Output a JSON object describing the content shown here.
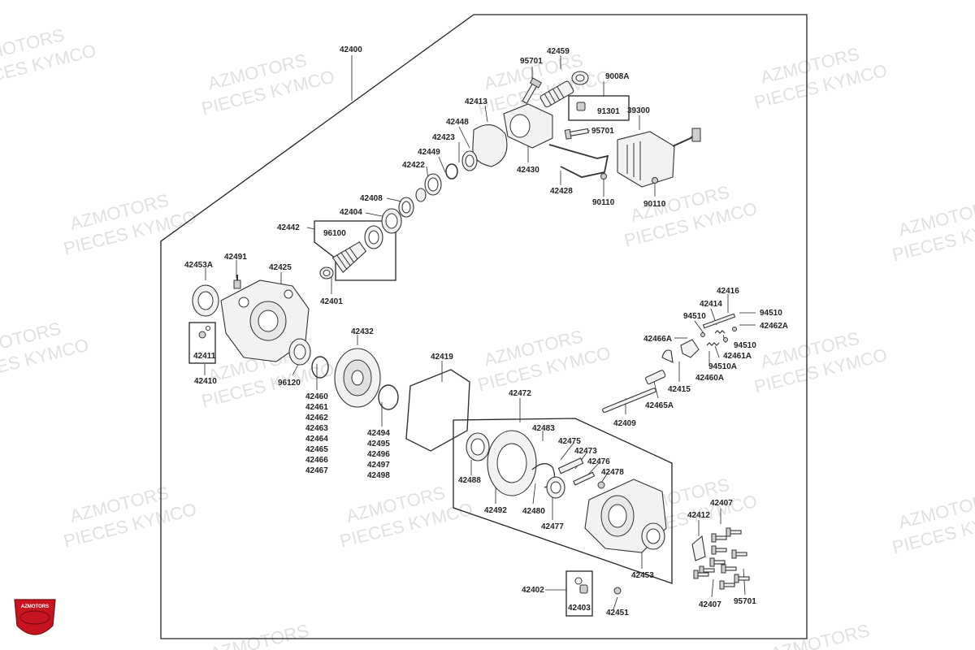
{
  "watermark": {
    "line1": "AZMOTORS",
    "line2": "PIECES KYMCO"
  },
  "logo": {
    "text": "AZMOTORS"
  },
  "labels": {
    "l42400": "42400",
    "l95701a": "95701",
    "l42459": "42459",
    "l9008A": "9008A",
    "l42413": "42413",
    "l91301": "91301",
    "l39300": "39300",
    "l42448": "42448",
    "l95701b": "95701",
    "l42423": "42423",
    "l42430": "42430",
    "l42449": "42449",
    "l42422": "42422",
    "l42428": "42428",
    "l90110a": "90110",
    "l90110b": "90110",
    "l42408": "42408",
    "l42404": "42404",
    "l42442": "42442",
    "l96100": "96100",
    "l42453A": "42453A",
    "l42491": "42491",
    "l42425": "42425",
    "l42401": "42401",
    "l42416": "42416",
    "l42414": "42414",
    "l94510a": "94510",
    "l94510b": "94510",
    "l42462A": "42462A",
    "l42466A": "42466A",
    "l94510c": "94510",
    "l42461A": "42461A",
    "l94510A": "94510A",
    "l42460A": "42460A",
    "l42415": "42415",
    "l42465A": "42465A",
    "l42409": "42409",
    "l42411": "42411",
    "l42410": "42410",
    "l42432": "42432",
    "l42419": "42419",
    "l96120": "96120",
    "l42460": "42460",
    "l42461": "42461",
    "l42462": "42462",
    "l42463": "42463",
    "l42464": "42464",
    "l42465": "42465",
    "l42466": "42466",
    "l42467": "42467",
    "l42494": "42494",
    "l42495": "42495",
    "l42496": "42496",
    "l42497": "42497",
    "l42498": "42498",
    "l42472": "42472",
    "l42483": "42483",
    "l42475": "42475",
    "l42473": "42473",
    "l42476": "42476",
    "l42478": "42478",
    "l42488": "42488",
    "l42492": "42492",
    "l42480": "42480",
    "l42477": "42477",
    "l42453": "42453",
    "l42407a": "42407",
    "l42412": "42412",
    "l42407b": "42407",
    "l95701c": "95701",
    "l42402": "42402",
    "l42403": "42403",
    "l42451": "42451"
  }
}
